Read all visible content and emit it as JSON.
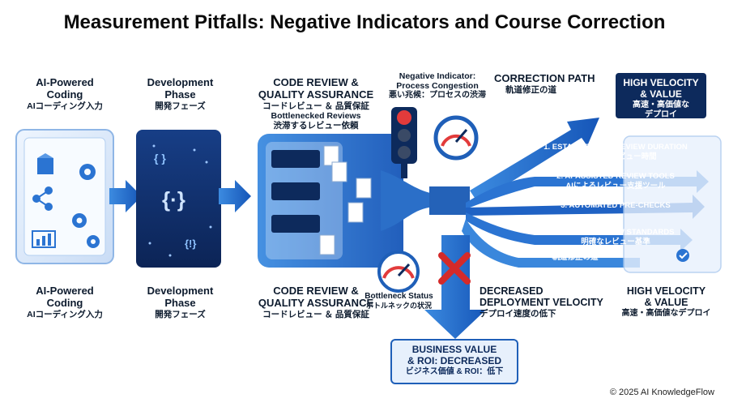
{
  "title": "Measurement Pitfalls: Negative Indicators and Course Correction",
  "stages": {
    "ai_coding": {
      "en": "AI-Powered\nCoding",
      "jp": "AIコーディング入力"
    },
    "development": {
      "en": "Development\nPhase",
      "jp": "開発フェーズ"
    },
    "code_review_top": {
      "en": "CODE REVIEW &\nQUALITY ASSURANCE",
      "jp": "コードレビュー ＆ 品質保証",
      "sub_en": "Bottlenecked Reviews",
      "sub_jp": "渋滞するレビュー依頼"
    },
    "code_review_bottom": {
      "en": "CODE REVIEW &\nQUALITY ASSURANCE",
      "jp": "コードレビュー ＆ 品質保証"
    },
    "ai_coding_bottom": {
      "en": "AI-Powered\nCoding",
      "jp": "AIコーディング入力"
    },
    "development_bottom": {
      "en": "Development\nPhase",
      "jp": "開発フェーズ"
    }
  },
  "negative_indicator": {
    "en": "Negative Indicator:\nProcess Congestion",
    "jp": "悪い兆候：プロセスの渋滞"
  },
  "bottleneck_status": {
    "en": "Bottleneck Status",
    "jp": "ボトルネックの状況"
  },
  "correction_path": {
    "en": "CORRECTION PATH",
    "jp": "軌道修正の道"
  },
  "high_velocity_top": {
    "en": "HIGH VELOCITY\n& VALUE",
    "jp": "高速・高価値な\nデプロイ"
  },
  "high_velocity_bottom": {
    "en": "HIGH VELOCITY\n& VALUE",
    "jp": "高速・高価値なデプロイ"
  },
  "correction_steps": [
    {
      "en": "1. ESTABLISH KPI: REVIEW DURATION",
      "jp": "KPI設定：レビュー時間"
    },
    {
      "en": "2. AI-ASSISTED REVIEW TOOLS",
      "jp": "AIによるレビュー支援ツール"
    },
    {
      "en": "3. AUTOMATED PRE-CHECKS",
      "jp": ""
    },
    {
      "en": "4. CLEAR REVIEW STANDARDS",
      "jp": "明確なレビュー基準"
    }
  ],
  "correction_bottom_label": "軌道修正の道",
  "decreased_velocity": {
    "en": "DECREASED\nDEPLOYMENT VELOCITY",
    "jp": "デプロイ速度の低下"
  },
  "business_value": {
    "en": "BUSINESS VALUE\n& ROI: DECREASED",
    "jp": "ビジネス価値 & ROI：低下"
  },
  "copyright": "© 2025 AI KnowledgeFlow",
  "colors": {
    "navy": "#0d2a5c",
    "blue": "#1f6fd1",
    "light": "#dceafb",
    "red": "#d42a2a"
  }
}
